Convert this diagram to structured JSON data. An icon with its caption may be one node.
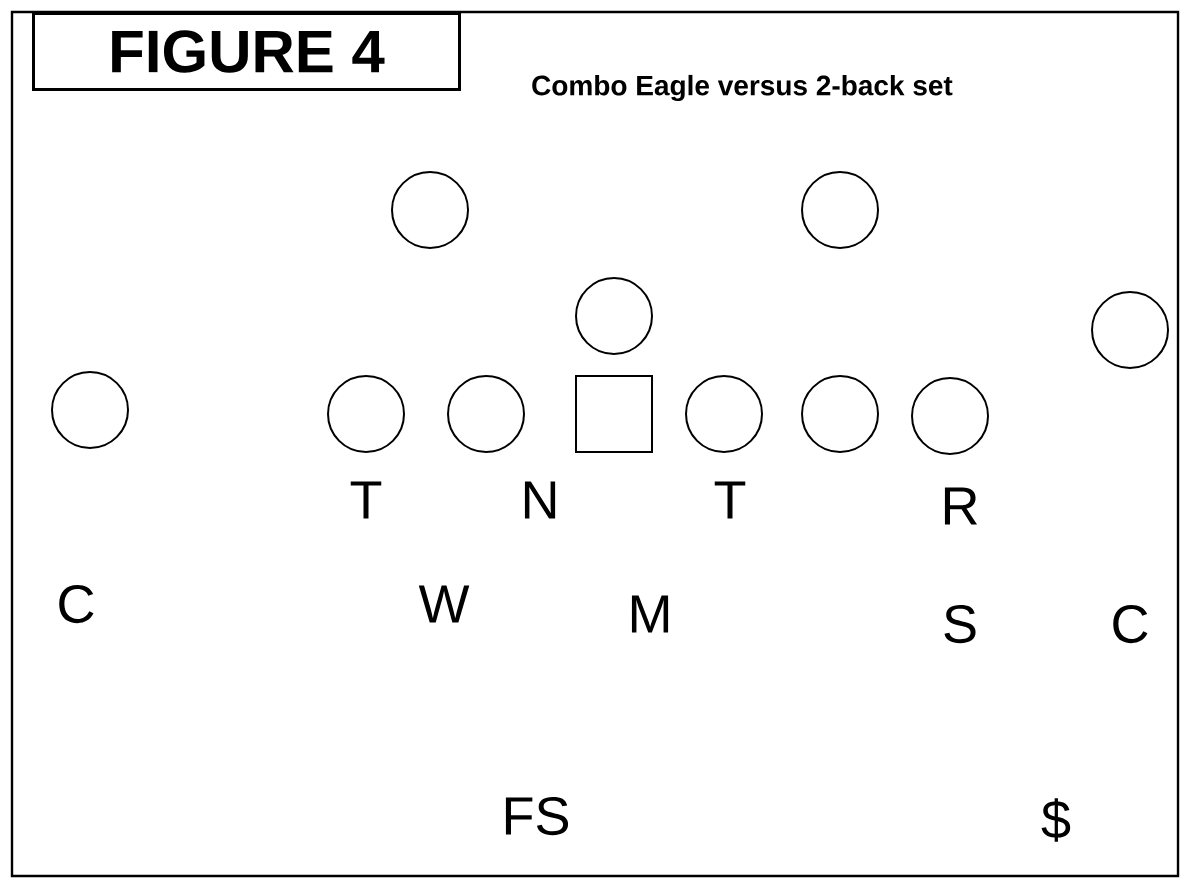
{
  "diagram": {
    "title": "FIGURE 4",
    "caption": "Combo Eagle versus 2-back set",
    "nodes": [
      {
        "text": [],
        "shape": "circle"
      },
      {
        "text": [],
        "shape": "circle"
      },
      {
        "text": [],
        "shape": "circle"
      },
      {
        "text": [],
        "shape": "circle"
      },
      {
        "text": [],
        "shape": "circle"
      },
      {
        "text": [],
        "shape": "circle"
      },
      {
        "text": [],
        "shape": "circle"
      },
      {
        "text": [],
        "shape": "box"
      },
      {
        "text": [],
        "shape": "circle"
      },
      {
        "text": [],
        "shape": "circle"
      },
      {
        "text": [],
        "shape": "circle"
      }
    ],
    "labels": [
      "T",
      "N",
      "T",
      "R",
      "C",
      "W",
      "M",
      "S",
      "C",
      "FS",
      "$"
    ]
  }
}
